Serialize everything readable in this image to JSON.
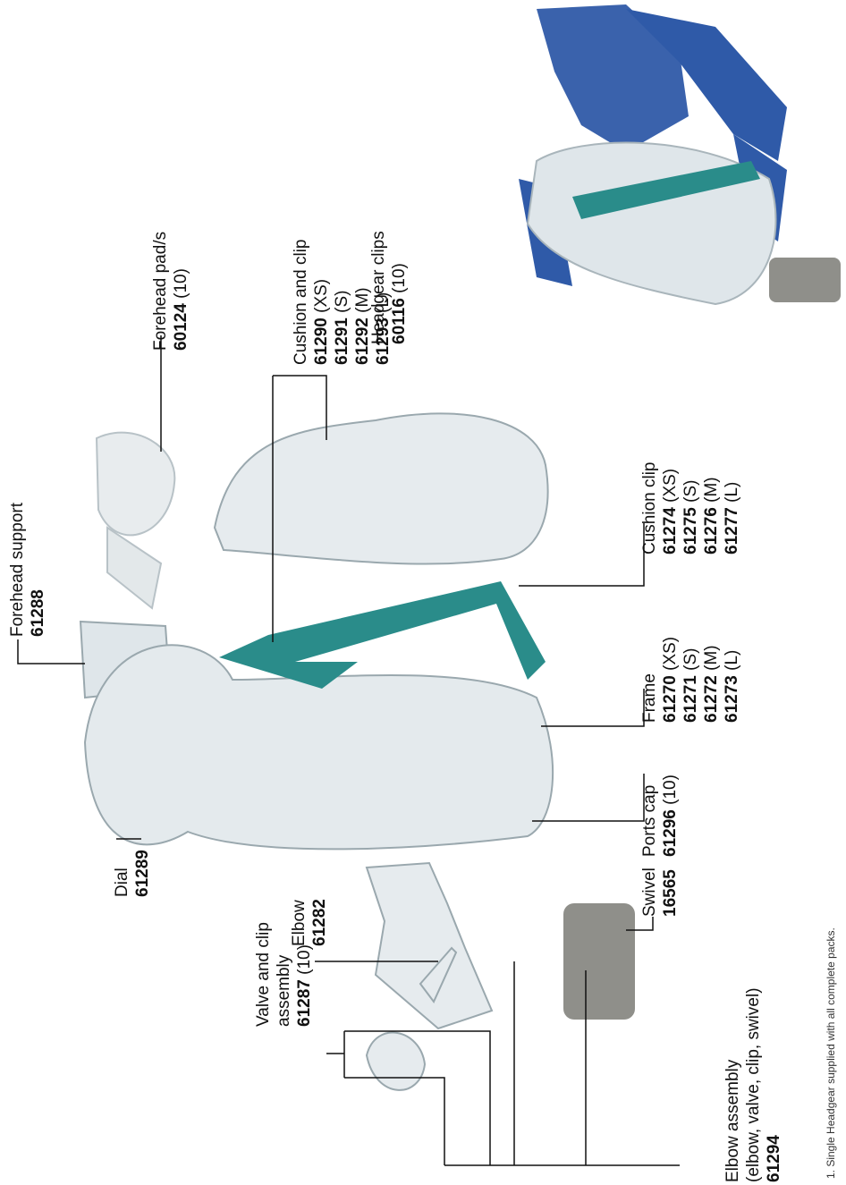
{
  "labels": {
    "headgear_clips": {
      "name": "Headgear clips",
      "code": "60116",
      "qty": " (10)"
    },
    "forehead_pads": {
      "name": "Forehead pad/s",
      "code": "60124",
      "qty": " (10)"
    },
    "cushion_and_clip": {
      "name": "Cushion and clip",
      "sizes": [
        {
          "code": "61290",
          "size": " (XS)"
        },
        {
          "code": "61291",
          "size": " (S)"
        },
        {
          "code": "61292",
          "size": " (M)"
        },
        {
          "code": "61293",
          "size": " (L)"
        }
      ]
    },
    "forehead_support": {
      "name": "Forehead support",
      "code": "61288"
    },
    "cushion_clip": {
      "name": "Cushion clip",
      "sizes": [
        {
          "code": "61274",
          "size": " (XS)"
        },
        {
          "code": "61275",
          "size": " (S)"
        },
        {
          "code": "61276",
          "size": " (M)"
        },
        {
          "code": "61277",
          "size": " (L)"
        }
      ]
    },
    "frame": {
      "name": "Frame",
      "sizes": [
        {
          "code": "61270",
          "size": " (XS)"
        },
        {
          "code": "61271",
          "size": " (S)"
        },
        {
          "code": "61272",
          "size": " (M)"
        },
        {
          "code": "61273",
          "size": " (L)"
        }
      ]
    },
    "ports_cap": {
      "name": "Ports cap",
      "code": "61296",
      "qty": " (10)"
    },
    "dial": {
      "name": "Dial",
      "code": "61289"
    },
    "elbow": {
      "name": "Elbow",
      "code": "61282"
    },
    "swivel": {
      "name": "Swivel",
      "code": "16565"
    },
    "valve_clip": {
      "line1": "Valve and clip",
      "line2": "assembly",
      "code": "61287",
      "qty": " (10)"
    },
    "elbow_assembly": {
      "line1": "Elbow assembly",
      "line2": "(elbow, valve, clip, swivel)",
      "code": "61294"
    }
  },
  "footnote": "1. Single Headgear supplied with all complete packs.",
  "colors": {
    "strap_blue": "#2f5aa8",
    "teal": "#2a8c8a",
    "clear_plastic": "#dfe6ea",
    "swivel_grey": "#8f8f8a"
  }
}
